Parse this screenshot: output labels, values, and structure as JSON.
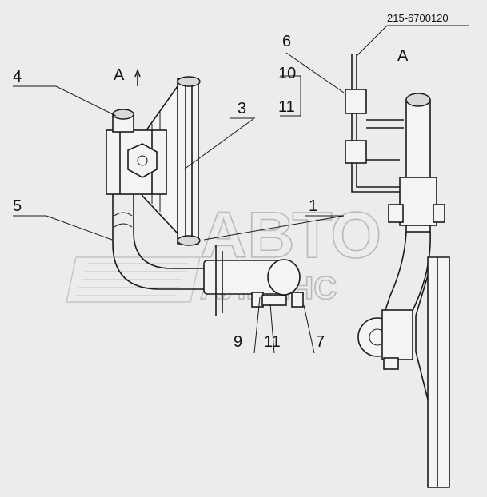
{
  "part_number": "215-6700120",
  "view_labels": {
    "left": "A",
    "right": "A"
  },
  "callouts": [
    "1",
    "3",
    "4",
    "5",
    "6",
    "7",
    "9",
    "10",
    "11",
    "11"
  ],
  "watermark": {
    "line1": "АВТО",
    "line2": "АЛЬЯНС"
  }
}
